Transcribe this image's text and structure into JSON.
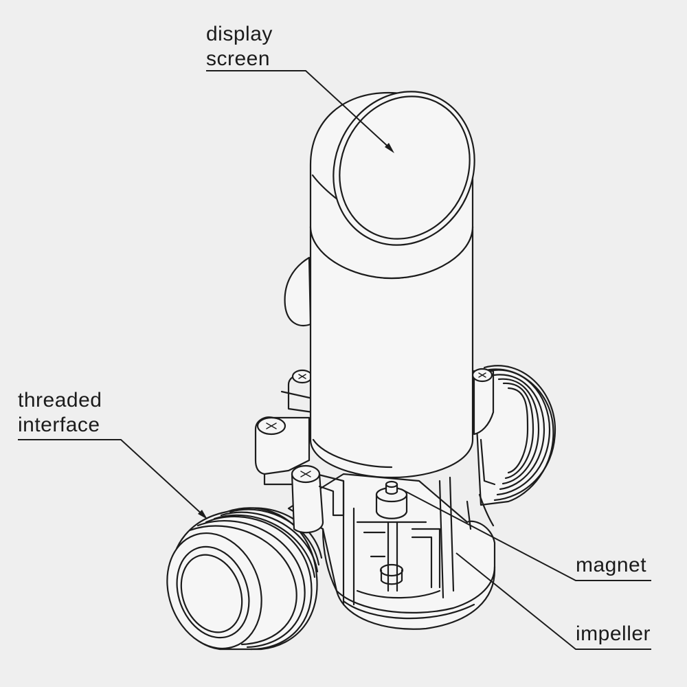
{
  "labels": {
    "display_screen_1": "display",
    "display_screen_2": "screen",
    "threaded_interface_1": "threaded",
    "threaded_interface_2": "interface",
    "magnet": "magnet",
    "impeller": "impeller"
  },
  "colors": {
    "background": "#efefef",
    "line": "#1c1c1c"
  }
}
